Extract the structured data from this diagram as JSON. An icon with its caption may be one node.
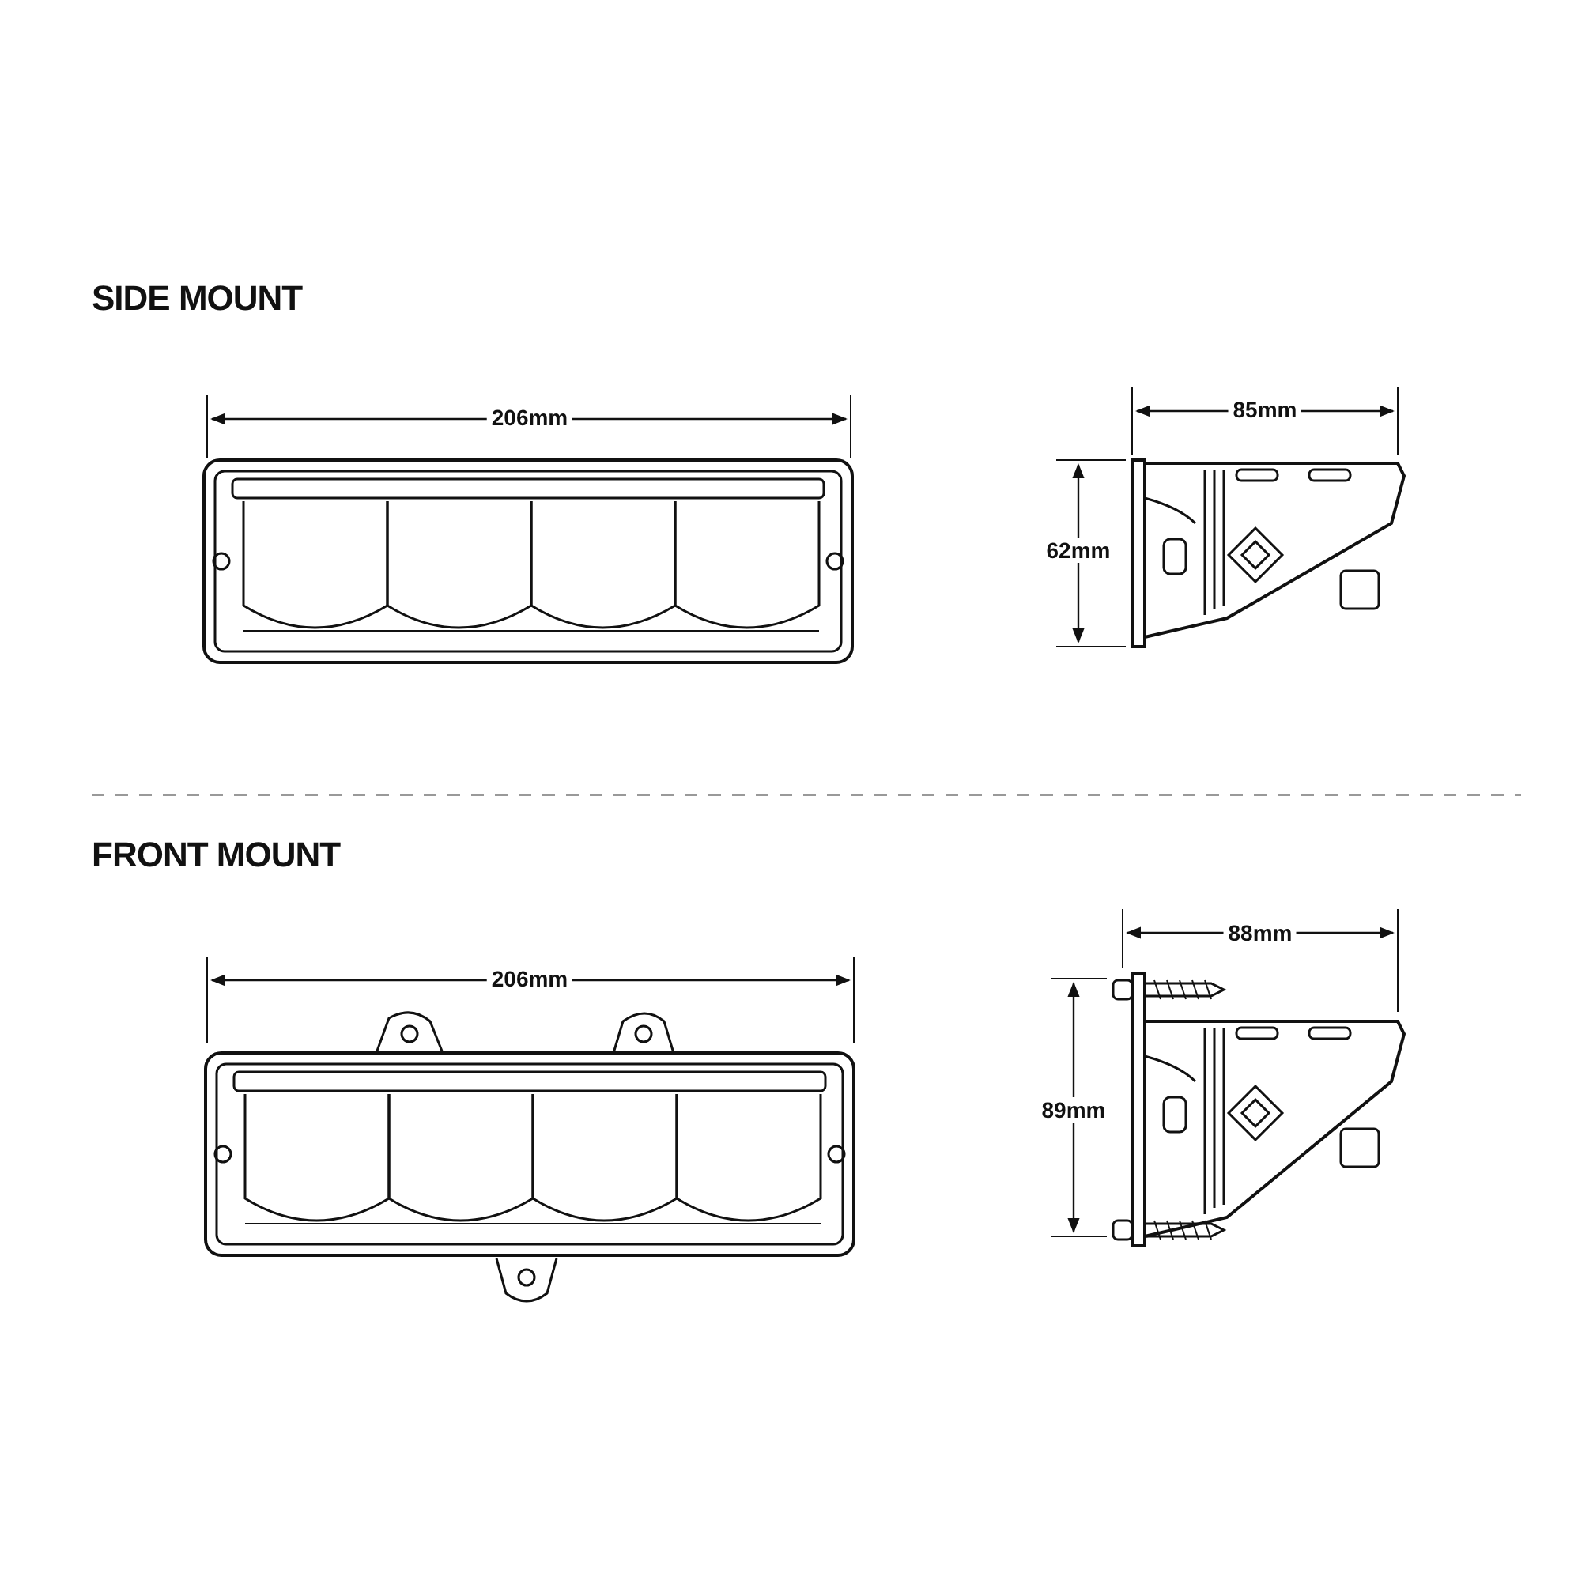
{
  "diagram": {
    "labels": [
      "SIDE MOUNT",
      "206mm",
      "85mm",
      "62mm",
      "FRONT MOUNT",
      "206mm",
      "88mm",
      "89mm"
    ]
  }
}
